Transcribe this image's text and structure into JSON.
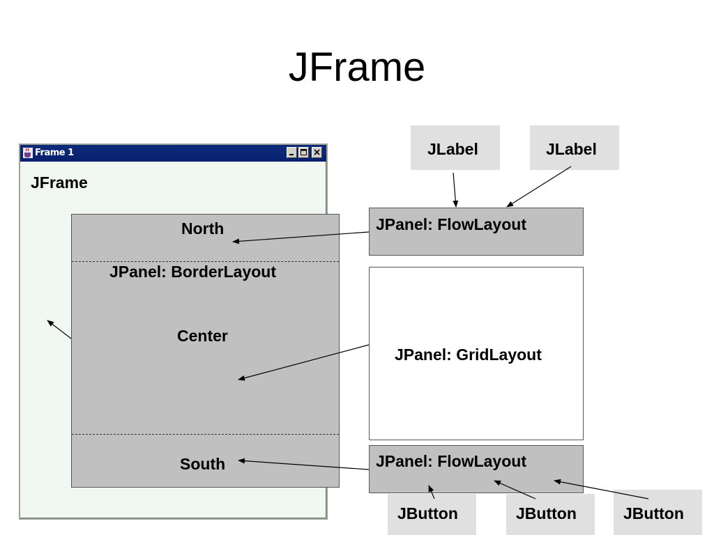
{
  "slide": {
    "title": "JFrame"
  },
  "window": {
    "title": "Frame 1",
    "frame_label": "JFrame",
    "controls": [
      "minimize-icon",
      "maximize-icon",
      "close-icon"
    ]
  },
  "border_panel": {
    "north": "North",
    "name": "JPanel:  BorderLayout",
    "center": "Center",
    "south": "South"
  },
  "labels": {
    "jlabel_1": "JLabel",
    "jlabel_2": "JLabel"
  },
  "panels": {
    "flow_top": "JPanel:  FlowLayout",
    "grid": "JPanel: GridLayout",
    "flow_bottom": "JPanel:  FlowLayout"
  },
  "buttons": {
    "jbutton_1": "JButton",
    "jbutton_2": "JButton",
    "jbutton_3": "JButton"
  }
}
